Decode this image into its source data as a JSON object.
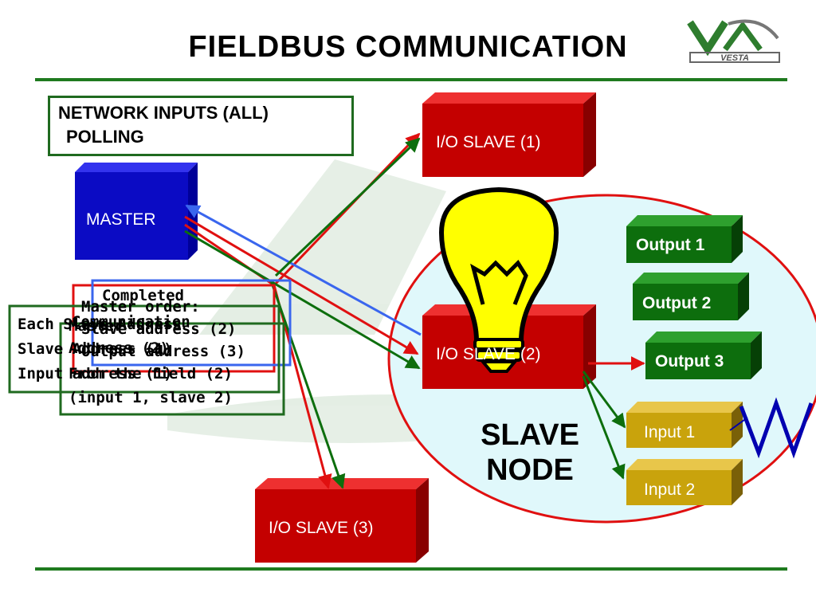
{
  "header": {
    "title": "FIELDBUS COMMUNICATION",
    "logo_text": "VESTA"
  },
  "info_box": {
    "line1": "NETWORK INPUTS (ALL)",
    "line2": "POLLING"
  },
  "master": {
    "label": "MASTER"
  },
  "slaves": {
    "s1": "I/O SLAVE (1)",
    "s2": "I/O SLAVE (2)",
    "s3": "I/O SLAVE (3)"
  },
  "outputs": [
    "Output 1",
    "Output 2",
    "Output 3"
  ],
  "inputs": [
    "Input 1",
    "Input 2"
  ],
  "slave_node": {
    "line1": "SLAVE",
    "line2": "NODE"
  },
  "overlap": {
    "a1": "Completed",
    "a2": "Communication",
    "b1": "Master order:",
    "b2": "Slave address (2)",
    "b3": "Output address (3)",
    "c1": "Each Slave Address",
    "c2": "Slave Address (1)",
    "c3": "Input address (1)",
    "d1": "Master",
    "d2": "Address (2)",
    "d3": "From the field (2)",
    "d4": "(input 1, slave 2)"
  },
  "colors": {
    "slave_red": "#c40000",
    "master_blue": "#0b0bc4",
    "output_green": "#0d6e0d",
    "input_gold": "#c9a30c",
    "bulb_yellow": "#ffff00",
    "rule_green": "#1f7a1f"
  },
  "icons": [
    "lightbulb-icon",
    "w-signal-icon",
    "vesta-logo-icon"
  ]
}
